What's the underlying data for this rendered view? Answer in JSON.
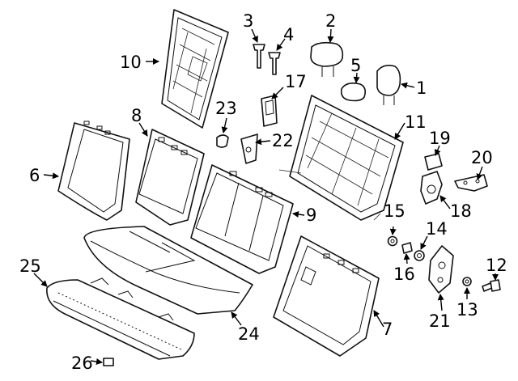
{
  "diagram": {
    "colors": {
      "line": "#111111",
      "background": "#ffffff"
    },
    "callouts": [
      {
        "id": "c1",
        "label": "1"
      },
      {
        "id": "c2",
        "label": "2"
      },
      {
        "id": "c3",
        "label": "3"
      },
      {
        "id": "c4",
        "label": "4"
      },
      {
        "id": "c5",
        "label": "5"
      },
      {
        "id": "c6",
        "label": "6"
      },
      {
        "id": "c7",
        "label": "7"
      },
      {
        "id": "c8",
        "label": "8"
      },
      {
        "id": "c9",
        "label": "9"
      },
      {
        "id": "c10",
        "label": "10"
      },
      {
        "id": "c11",
        "label": "11"
      },
      {
        "id": "c12",
        "label": "12"
      },
      {
        "id": "c13",
        "label": "13"
      },
      {
        "id": "c14",
        "label": "14"
      },
      {
        "id": "c15",
        "label": "15"
      },
      {
        "id": "c16",
        "label": "16"
      },
      {
        "id": "c17",
        "label": "17"
      },
      {
        "id": "c18",
        "label": "18"
      },
      {
        "id": "c19",
        "label": "19"
      },
      {
        "id": "c20",
        "label": "20"
      },
      {
        "id": "c21",
        "label": "21"
      },
      {
        "id": "c22",
        "label": "22"
      },
      {
        "id": "c23",
        "label": "23"
      },
      {
        "id": "c24",
        "label": "24"
      },
      {
        "id": "c25",
        "label": "25"
      },
      {
        "id": "c26",
        "label": "26"
      }
    ]
  }
}
